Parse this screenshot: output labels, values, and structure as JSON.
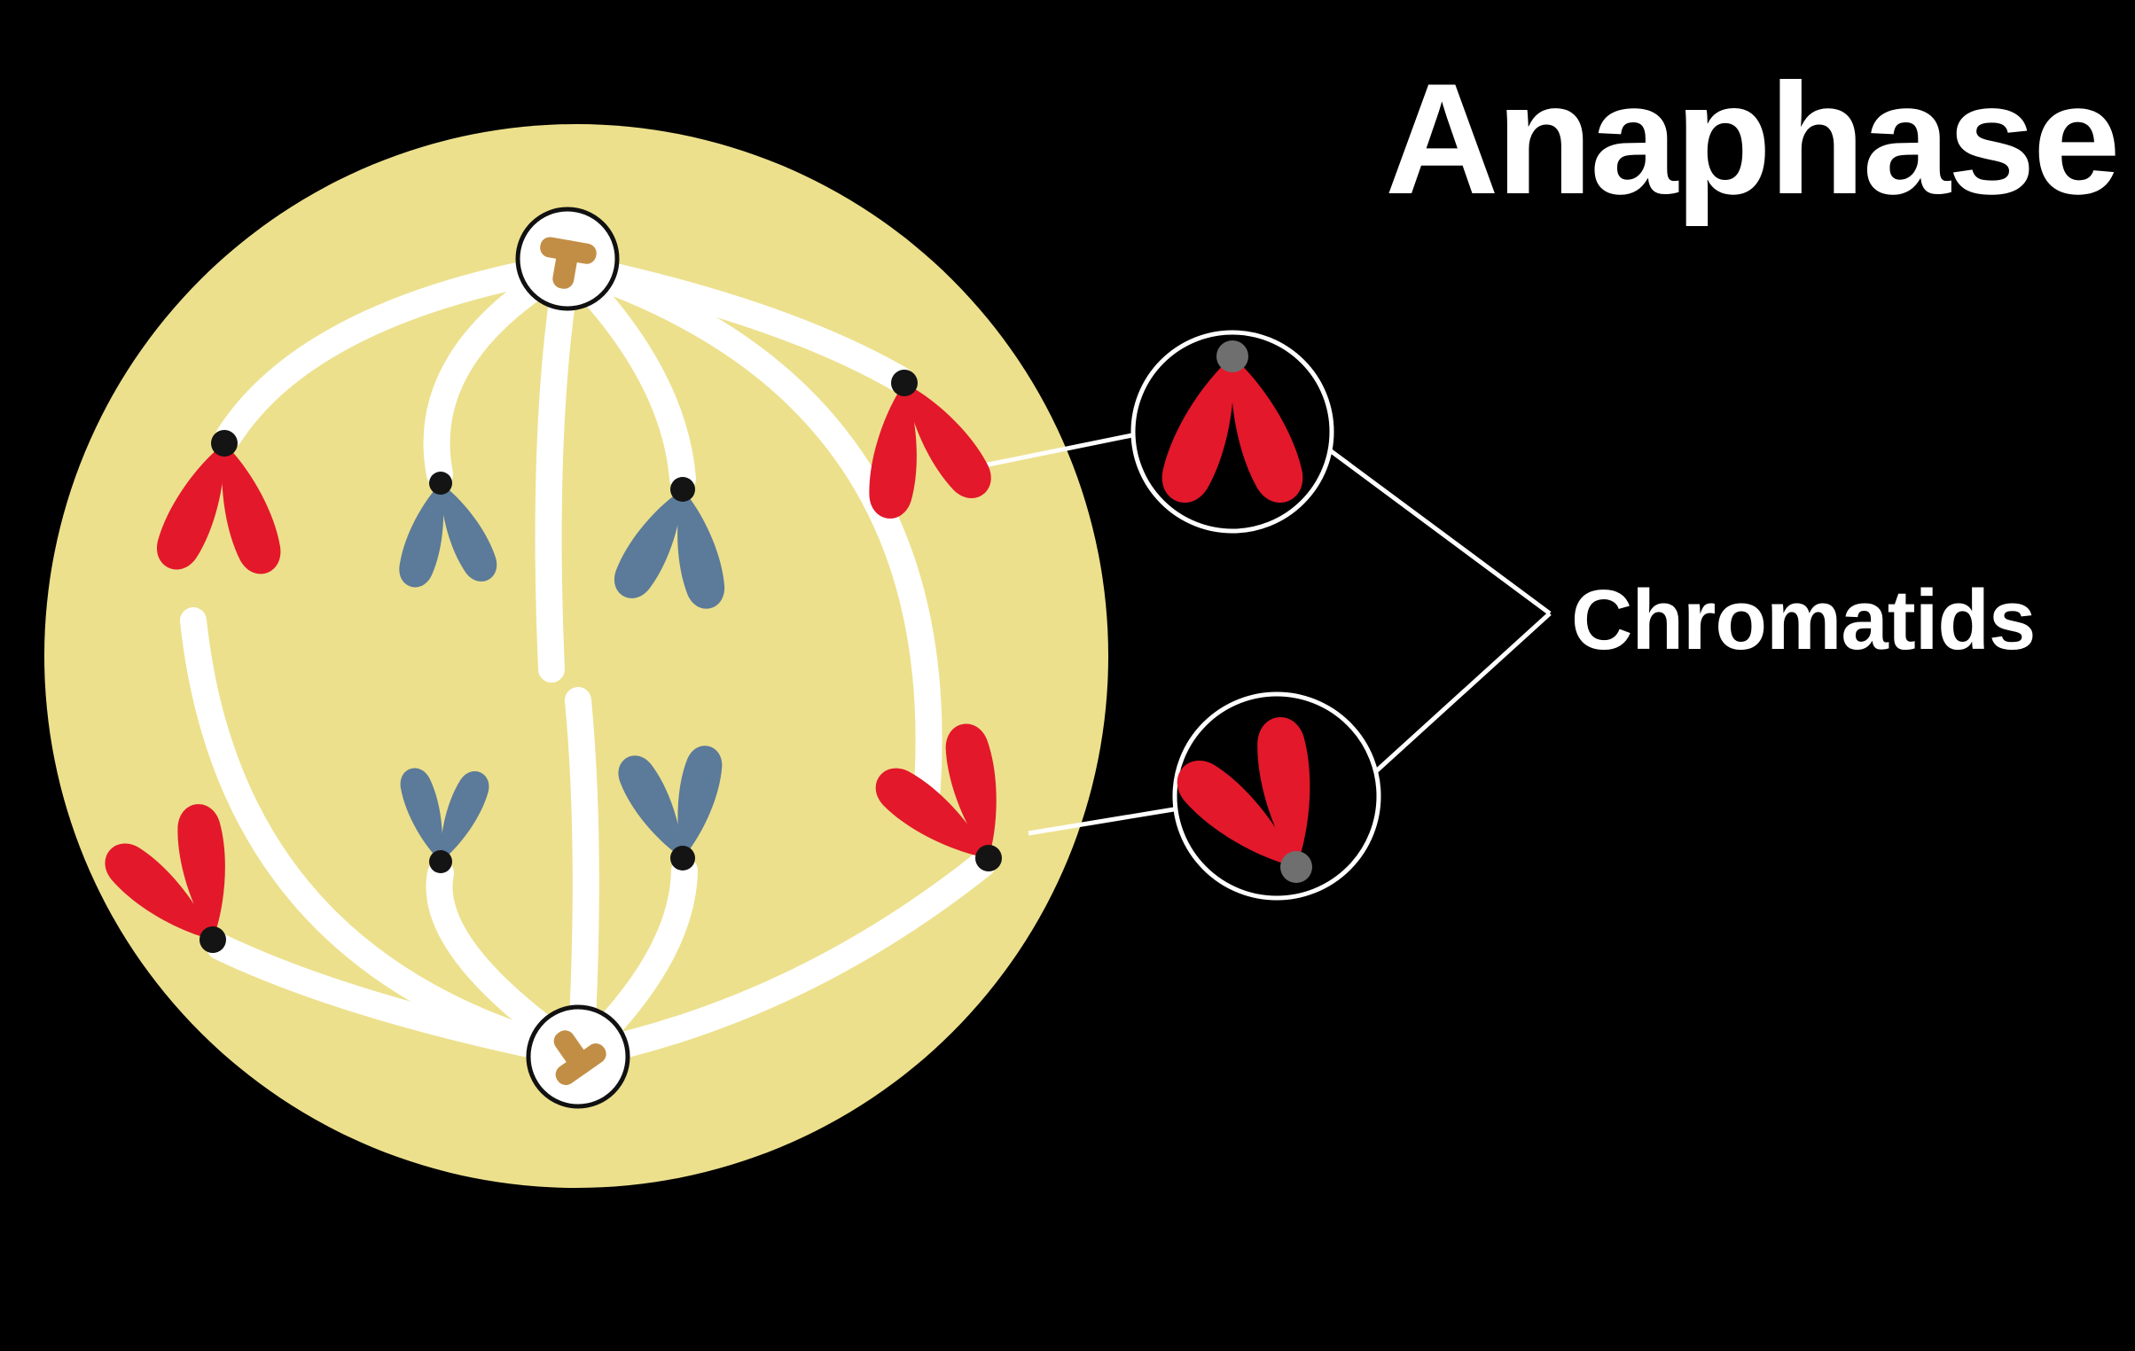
{
  "title": "Anaphase",
  "labels": {
    "chromatids": "Chromatids"
  },
  "colors": {
    "background": "#000000",
    "cell": "#ECE08D",
    "spindle_fiber": "#FFFFFF",
    "chromatid_red": "#E3182B",
    "chromatid_blue": "#5C7A99",
    "centriole": "#C28E45",
    "centriole_ring_fill": "#FFFFFF",
    "centriole_ring_stroke": "#111111",
    "kinetochore": "#141414",
    "kinetochore_zoom": "#6F6F6F",
    "callout_ring": "#FFFFFF",
    "callout_fill": "#000000",
    "connector_line": "#FFFFFF",
    "title_text": "#FFFFFF",
    "label_text": "#FFFFFF"
  },
  "figure": {
    "phase_shown": "Anaphase",
    "chromatid_pairs_red": 4,
    "chromatid_pairs_blue": 4,
    "zoom_callouts": 2,
    "spindle_poles": 2
  }
}
